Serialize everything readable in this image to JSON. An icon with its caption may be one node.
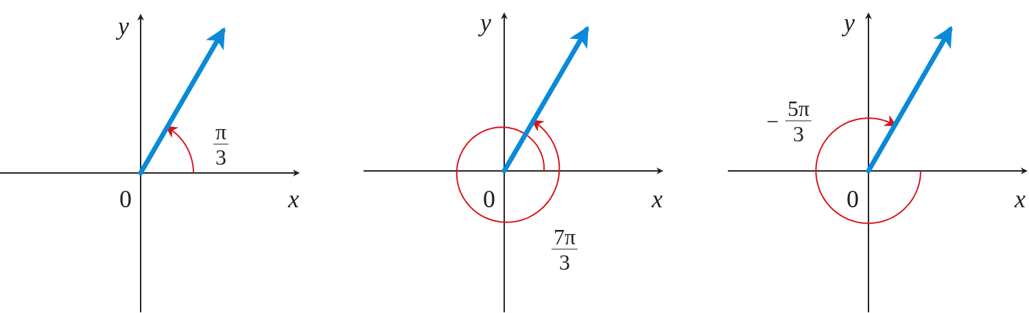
{
  "diagram": {
    "labels": [
      "y",
      "π/3",
      "0",
      "x",
      "y",
      "0",
      "x",
      "7π/3",
      "y",
      "− 5π/3",
      "0",
      "x"
    ]
  }
}
